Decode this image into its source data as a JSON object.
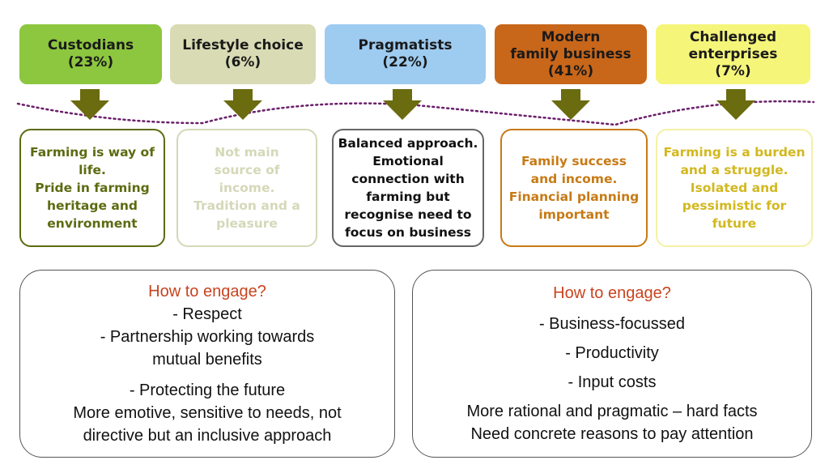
{
  "segments": [
    {
      "name": "Custodians",
      "pct": "(23%)",
      "fill": "#8dc63f"
    },
    {
      "name": "Lifestyle choice",
      "pct": "(6%)",
      "fill": "#d8dbb4"
    },
    {
      "name": "Pragmatists",
      "pct": "(22%)",
      "fill": "#9ecbf0"
    },
    {
      "name_line1": "Modern",
      "name_line2": "family business",
      "pct": "(41%)",
      "fill": "#c8661a"
    },
    {
      "name_line1": "Challenged",
      "name_line2": "enterprises",
      "pct": "(7%)",
      "fill": "#f5f57a"
    }
  ],
  "descriptions": [
    {
      "lines": [
        "Farming is way of",
        "life.",
        "Pride in farming",
        "heritage and",
        "environment"
      ],
      "color": "#5c6b10",
      "border": "#5c6b10"
    },
    {
      "lines": [
        "Not main",
        "source of",
        "income.",
        "Tradition and a",
        "pleasure"
      ],
      "color": "#d5d8b8",
      "border": "#d5d8b8"
    },
    {
      "lines": [
        "Balanced approach.",
        "Emotional",
        "connection with",
        "farming but",
        "recognise need to",
        "focus on business"
      ],
      "color": "#111111",
      "border": "#666666"
    },
    {
      "lines": [
        "Family success",
        "and income.",
        "Financial planning",
        "important"
      ],
      "color": "#c77a14",
      "border": "#c77a14"
    },
    {
      "lines": [
        "Farming is a burden",
        "and a struggle.",
        "Isolated and",
        "pessimistic for",
        "future"
      ],
      "color": "#d2b81e",
      "border": "#f5f0a8"
    }
  ],
  "engage_left": {
    "heading": "How to engage?",
    "l1": "- Respect",
    "l2": "- Partnership working towards",
    "l3": "mutual benefits",
    "l4": "- Protecting the future",
    "l5": "More emotive, sensitive to needs, not",
    "l6": "directive but an inclusive approach"
  },
  "engage_right": {
    "heading": "How to engage?",
    "l1": "- Business-focussed",
    "l2": "- Productivity",
    "l3": "- Input costs",
    "l4": "More rational and pragmatic – hard facts",
    "l5": "Need concrete reasons to pay attention"
  },
  "colors": {
    "arrow": "#6b6b10",
    "dotted": "#6a1f6a"
  }
}
